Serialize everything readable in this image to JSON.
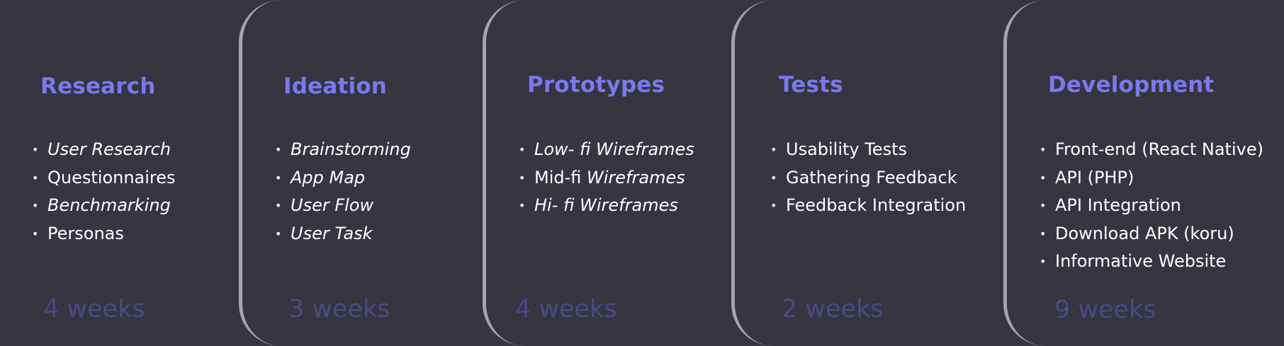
{
  "phases": [
    {
      "title": "Research",
      "items": [
        {
          "text": "User Research",
          "style": "italic"
        },
        {
          "text": "Questionnaires",
          "style": "normal"
        },
        {
          "text": "Benchmarking",
          "style": "italic"
        },
        {
          "text": "Personas",
          "style": "normal"
        }
      ],
      "duration": "4 weeks"
    },
    {
      "title": "Ideation",
      "items": [
        {
          "text": "Brainstorming",
          "style": "italic"
        },
        {
          "text": "App Map",
          "style": "italic"
        },
        {
          "text": "User Flow",
          "style": "italic"
        },
        {
          "text": "User Task",
          "style": "italic"
        }
      ],
      "duration": "3 weeks"
    },
    {
      "title": "Prototypes",
      "items": [
        {
          "text": "Low- fi Wireframes",
          "style": "italic"
        },
        {
          "text_normal": "Mid-fi ",
          "text_italic": "Wireframes",
          "style": "mixed"
        },
        {
          "text": "Hi- fi Wireframes",
          "style": "italic"
        }
      ],
      "duration": "4 weeks"
    },
    {
      "title": "Tests",
      "items": [
        {
          "text": "Usability Tests",
          "style": "normal"
        },
        {
          "text": "Gathering Feedback",
          "style": "normal"
        },
        {
          "text": "Feedback Integration",
          "style": "normal"
        }
      ],
      "duration": "2 weeks"
    },
    {
      "title": "Development",
      "items": [
        {
          "text": "Front-end (React Native)",
          "style": "normal"
        },
        {
          "text": "API (PHP)",
          "style": "normal"
        },
        {
          "text": "API Integration",
          "style": "normal"
        },
        {
          "text": "Download APK (koru)",
          "style": "normal"
        },
        {
          "text": "Informative Website",
          "style": "normal"
        }
      ],
      "duration": "9 weeks"
    }
  ],
  "bullet": "•",
  "colors": {
    "background": "#363540",
    "title": "#7b79ee",
    "duration": "#4c4a87",
    "item_text": "#ffffff",
    "edge": "#a8a5a8"
  }
}
